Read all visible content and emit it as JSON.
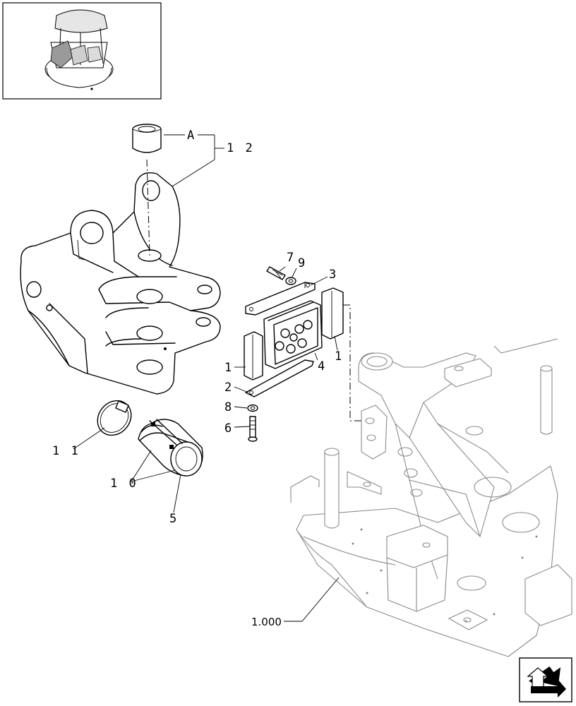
{
  "labels": {
    "a": "A",
    "p12": "1 2",
    "p7": "7",
    "p9": "9",
    "p3": "3",
    "p1_right": "1",
    "p1_left": "1",
    "p4": "4",
    "p2": "2",
    "p8": "8",
    "p6": "6",
    "p11": "1 1",
    "p10": "1 0",
    "p5": "5",
    "ref": "1.000"
  },
  "icons": {
    "thumbnail": "machine-overview-thumbnail",
    "nav": "navigation-arrow-icon"
  }
}
